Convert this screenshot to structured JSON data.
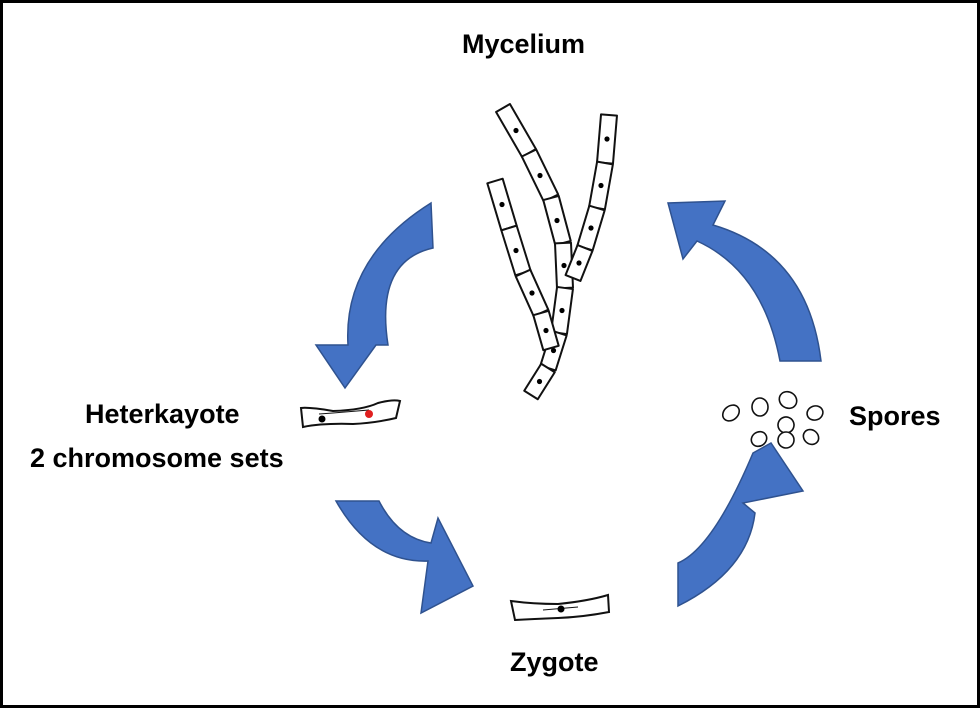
{
  "labels": {
    "mycelium": "Mycelium",
    "heterkaryote": "Heterkayote",
    "chromosome_sets": "2 chromosome sets",
    "spores": "Spores",
    "zygote": "Zygote"
  },
  "colors": {
    "arrow": "#4472C4",
    "arrow_edge": "#2F528F",
    "nucleus": "#000000",
    "second_nucleus": "#E02020",
    "frame": "#000000"
  },
  "stages": [
    "Mycelium",
    "Spores",
    "Zygote",
    "Heterkayote"
  ]
}
